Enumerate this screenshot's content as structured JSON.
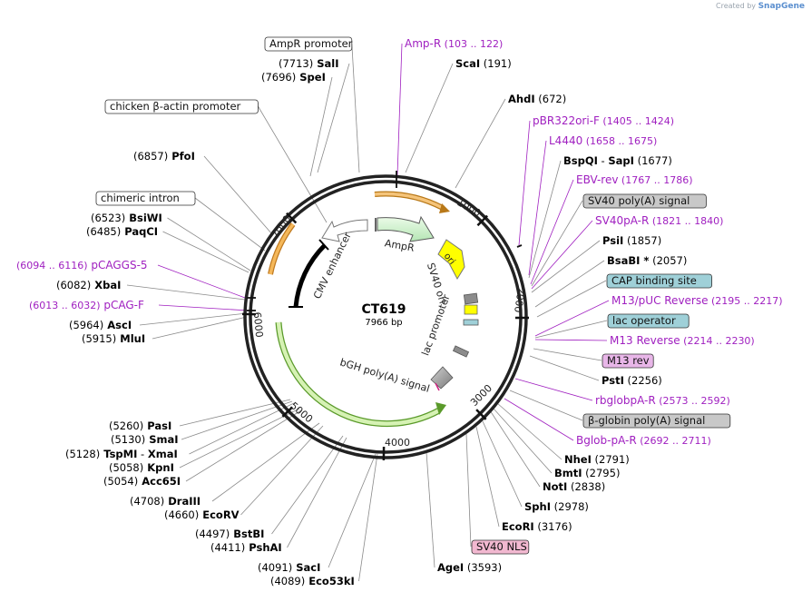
{
  "branding": {
    "prefix": "Created by",
    "name": "SnapGene"
  },
  "plasmid": {
    "name": "CT619",
    "size_label": "7966 bp",
    "length": 7966
  },
  "colors": {
    "ring": "#222222",
    "enzyme": "#000000",
    "primer": "#a020c0",
    "ampr_fill": "#c8eec8",
    "ampr_stroke": "#5a5a5a",
    "ori_fill": "#ffff00",
    "sv40_fill": "#ffff00",
    "gray_feature": "#a0a0a0",
    "orange_promoter": "#f5b85a",
    "green_polyA": "#c7eca0",
    "cyan_box": "#9fd0d8",
    "lightgray_box": "#c8c8c8",
    "magenta_box": "#e8b6e8",
    "pink_box": "#f2b8d0"
  },
  "tick_labels": [
    "1000",
    "2000",
    "3000",
    "4000",
    "5000",
    "6000",
    "7000"
  ],
  "inner_features": [
    {
      "label": "AmpR"
    },
    {
      "label": "ori"
    },
    {
      "label": "SV40 ori"
    },
    {
      "label": "lac promoter"
    },
    {
      "label": "bGH poly(A) signal"
    },
    {
      "label": "CMV enhancer"
    }
  ],
  "labels": [
    {
      "kind": "box",
      "text": "AmpR promoter",
      "color": "white"
    },
    {
      "kind": "primer",
      "name": "Amp-R",
      "range": "(103 .. 122)"
    },
    {
      "kind": "enzyme",
      "pos": "(7713)",
      "name": "SalI"
    },
    {
      "kind": "enzyme",
      "pos": "(7696)",
      "name": "SpeI"
    },
    {
      "kind": "enzyme",
      "name": "ScaI",
      "pos": "(191)"
    },
    {
      "kind": "enzyme",
      "name": "AhdI",
      "pos": "(672)"
    },
    {
      "kind": "box",
      "text": "chicken β-actin promoter",
      "color": "white"
    },
    {
      "kind": "primer",
      "name": "pBR322ori-F",
      "range": "(1405 .. 1424)"
    },
    {
      "kind": "primer",
      "name": "L4440",
      "range": "(1658 .. 1675)"
    },
    {
      "kind": "enzyme",
      "pos": "(6857)",
      "name": "PfoI"
    },
    {
      "kind": "enzyme",
      "name": "BspQI",
      "name2": "SapI",
      "pos": "(1677)"
    },
    {
      "kind": "primer",
      "name": "EBV-rev",
      "range": "(1767 .. 1786)"
    },
    {
      "kind": "box",
      "text": "chimeric intron",
      "color": "white"
    },
    {
      "kind": "box",
      "text": "SV40 poly(A) signal",
      "color": "lightgray"
    },
    {
      "kind": "enzyme",
      "pos": "(6523)",
      "name": "BsiWI"
    },
    {
      "kind": "enzyme",
      "pos": "(6485)",
      "name": "PaqCI"
    },
    {
      "kind": "primer",
      "name": "SV40pA-R",
      "range": "(1821 .. 1840)"
    },
    {
      "kind": "enzyme",
      "name": "PsiI",
      "pos": "(1857)"
    },
    {
      "kind": "primer_left",
      "range": "(6094 .. 6116)",
      "name": "pCAGGS-5"
    },
    {
      "kind": "enzyme",
      "name": "BsaBI *",
      "pos": "(2057)"
    },
    {
      "kind": "enzyme",
      "pos": "(6082)",
      "name": "XbaI"
    },
    {
      "kind": "box",
      "text": "CAP binding site",
      "color": "cyan"
    },
    {
      "kind": "primer_left",
      "range": "(6013 .. 6032)",
      "name": "pCAG-F"
    },
    {
      "kind": "primer",
      "name": "M13/pUC Reverse",
      "range": "(2195 .. 2217)"
    },
    {
      "kind": "box",
      "text": "lac operator",
      "color": "cyan"
    },
    {
      "kind": "enzyme",
      "pos": "(5964)",
      "name": "AscI"
    },
    {
      "kind": "enzyme",
      "pos": "(5915)",
      "name": "MluI"
    },
    {
      "kind": "primer",
      "name": "M13 Reverse",
      "range": "(2214 .. 2230)"
    },
    {
      "kind": "box",
      "text": "M13 rev",
      "color": "magenta"
    },
    {
      "kind": "enzyme",
      "name": "PstI",
      "pos": "(2256)"
    },
    {
      "kind": "primer",
      "name": "rbglobpA-R",
      "range": "(2573 .. 2592)"
    },
    {
      "kind": "box",
      "text": "β-globin poly(A) signal",
      "color": "lightgray"
    },
    {
      "kind": "enzyme",
      "pos": "(5260)",
      "name": "PasI"
    },
    {
      "kind": "enzyme",
      "pos": "(5130)",
      "name": "SmaI"
    },
    {
      "kind": "primer",
      "name": "Bglob-pA-R",
      "range": "(2692 .. 2711)"
    },
    {
      "kind": "enzyme",
      "pos": "(5128)",
      "name": "TspMI",
      "name2": "XmaI"
    },
    {
      "kind": "enzyme",
      "pos": "(5058)",
      "name": "KpnI"
    },
    {
      "kind": "enzyme",
      "name": "NheI",
      "pos": "(2791)"
    },
    {
      "kind": "enzyme",
      "pos": "(5054)",
      "name": "Acc65I"
    },
    {
      "kind": "enzyme",
      "name": "BmtI",
      "pos": "(2795)"
    },
    {
      "kind": "enzyme",
      "name": "NotI",
      "pos": "(2838)"
    },
    {
      "kind": "enzyme",
      "pos": "(4708)",
      "name": "DraIII"
    },
    {
      "kind": "enzyme",
      "pos": "(4660)",
      "name": "EcoRV"
    },
    {
      "kind": "enzyme",
      "name": "SphI",
      "pos": "(2978)"
    },
    {
      "kind": "enzyme",
      "name": "EcoRI",
      "pos": "(3176)"
    },
    {
      "kind": "enzyme",
      "pos": "(4497)",
      "name": "BstBI"
    },
    {
      "kind": "enzyme",
      "pos": "(4411)",
      "name": "PshAI"
    },
    {
      "kind": "box",
      "text": "SV40 NLS",
      "color": "pink"
    },
    {
      "kind": "enzyme",
      "pos": "(4091)",
      "name": "SacI"
    },
    {
      "kind": "enzyme",
      "name": "AgeI",
      "pos": "(3593)"
    },
    {
      "kind": "enzyme",
      "pos": "(4089)",
      "name": "Eco53kI"
    }
  ]
}
